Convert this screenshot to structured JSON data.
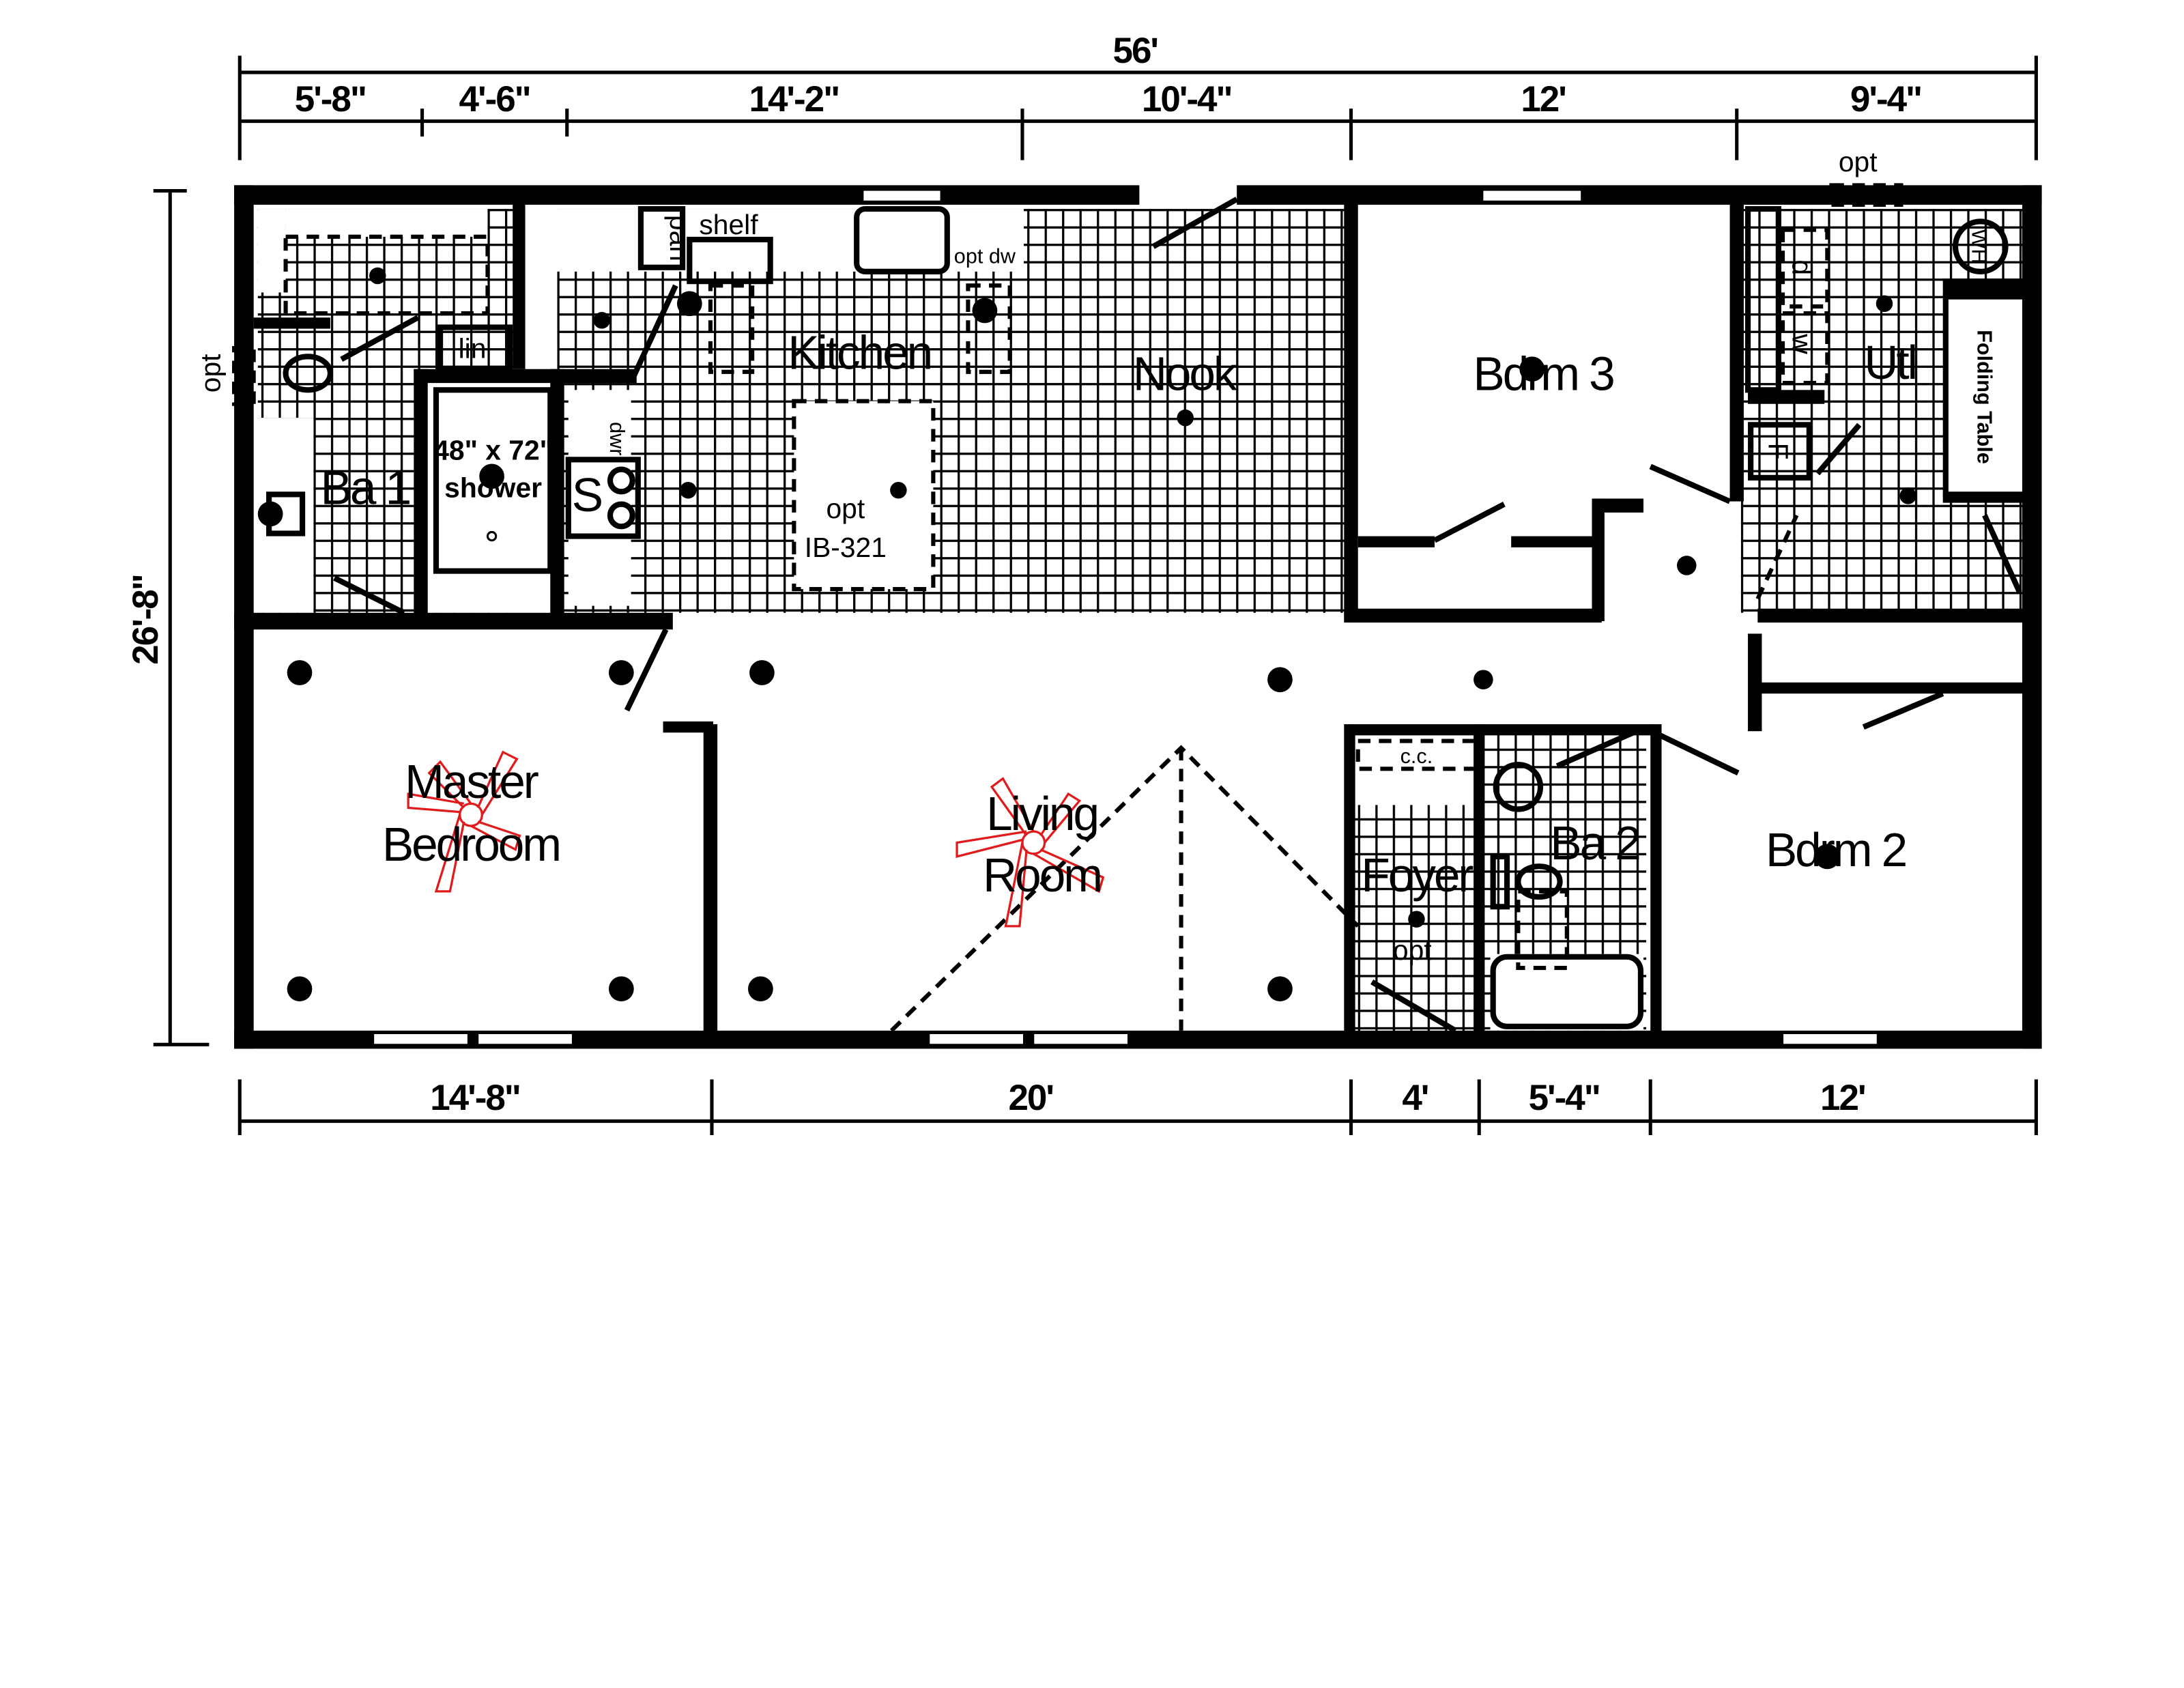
{
  "dimensions": {
    "overall_width": "56'",
    "overall_depth": "26'-8\"",
    "top": [
      "5'-8\"",
      "4'-6\"",
      "14'-2\"",
      "10'-4\"",
      "12'",
      "9'-4\""
    ],
    "bottom": [
      "14'-8\"",
      "20'",
      "4'",
      "5'-4\"",
      "12'"
    ]
  },
  "rooms": {
    "master_bedroom": [
      "Master",
      "Bedroom"
    ],
    "living_room": [
      "Living",
      "Room"
    ],
    "kitchen": "Kitchen",
    "nook": "Nook",
    "bedroom_3": "Bdrm 3",
    "utility": "Utl",
    "bath_1": "Ba 1",
    "bath_2": "Ba 2",
    "foyer": "Foyer",
    "bedroom_2": "Bdrm 2"
  },
  "fixtures": {
    "shower": [
      "48\" x 72\"",
      "shower"
    ],
    "linen": "lin",
    "pantry": "pan",
    "shelf": "shelf",
    "opt_dw": "opt dw",
    "sink_label": "S",
    "drawer": "dwr",
    "island": [
      "opt",
      "IB-321"
    ],
    "dryer": "d",
    "washer": "w",
    "furnace": "F",
    "water_heater": "WH",
    "folding_table": "Folding Table",
    "coat_closet": "c.c.",
    "opt_window_ba1": "opt",
    "opt_window_utl": "opt",
    "opt_foyer": "opt"
  },
  "colors": {
    "lines": "#000000",
    "ceiling_fan": "#e01b1b",
    "background": "#ffffff"
  }
}
